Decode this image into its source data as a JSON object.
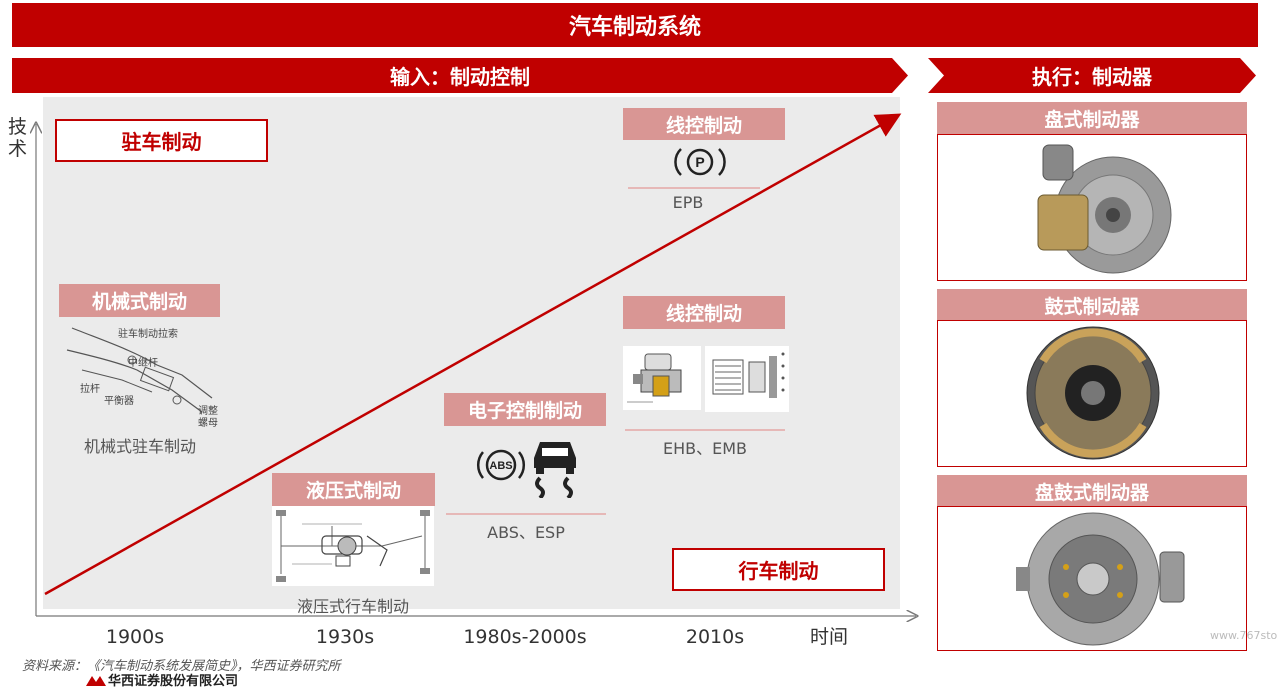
{
  "header": {
    "title": "汽车制动系统"
  },
  "bands": {
    "input": "输入：制动控制",
    "execute": "执行：制动器"
  },
  "axis": {
    "y_label": "技术",
    "x_label": "时间",
    "ticks": [
      "1900s",
      "1930s",
      "1980s-2000s",
      "2010s"
    ]
  },
  "categories": {
    "parking": "驻车制动",
    "service": "行车制动"
  },
  "stages": {
    "mechanical": {
      "label": "机械式制动",
      "caption": "机械式驻车制动",
      "annotations": [
        "驻车制动拉索",
        "中继杆",
        "拉杆",
        "平衡器",
        "调整",
        "螺母"
      ]
    },
    "hydraulic": {
      "label": "液压式制动",
      "caption": "液压式行车制动"
    },
    "electronic": {
      "label": "电子控制制动",
      "caption": "ABS、ESP",
      "abs_text": "ABS"
    },
    "bbw_upper": {
      "label": "线控制动",
      "caption": "EPB",
      "icon_text": "P"
    },
    "bbw_lower": {
      "label": "线控制动",
      "caption": "EHB、EMB"
    }
  },
  "brakes": [
    {
      "label": "盘式制动器"
    },
    {
      "label": "鼓式制动器"
    },
    {
      "label": "盘鼓式制动器"
    }
  ],
  "footer": {
    "source": "资料来源：《汽车制动系统发展简史》，华西证券研究所",
    "company": "华西证券股份有限公司",
    "watermark": "www.767sto"
  },
  "colors": {
    "brand_red": "#c00000",
    "pink": "#d99694",
    "panel": "#ebebeb"
  }
}
